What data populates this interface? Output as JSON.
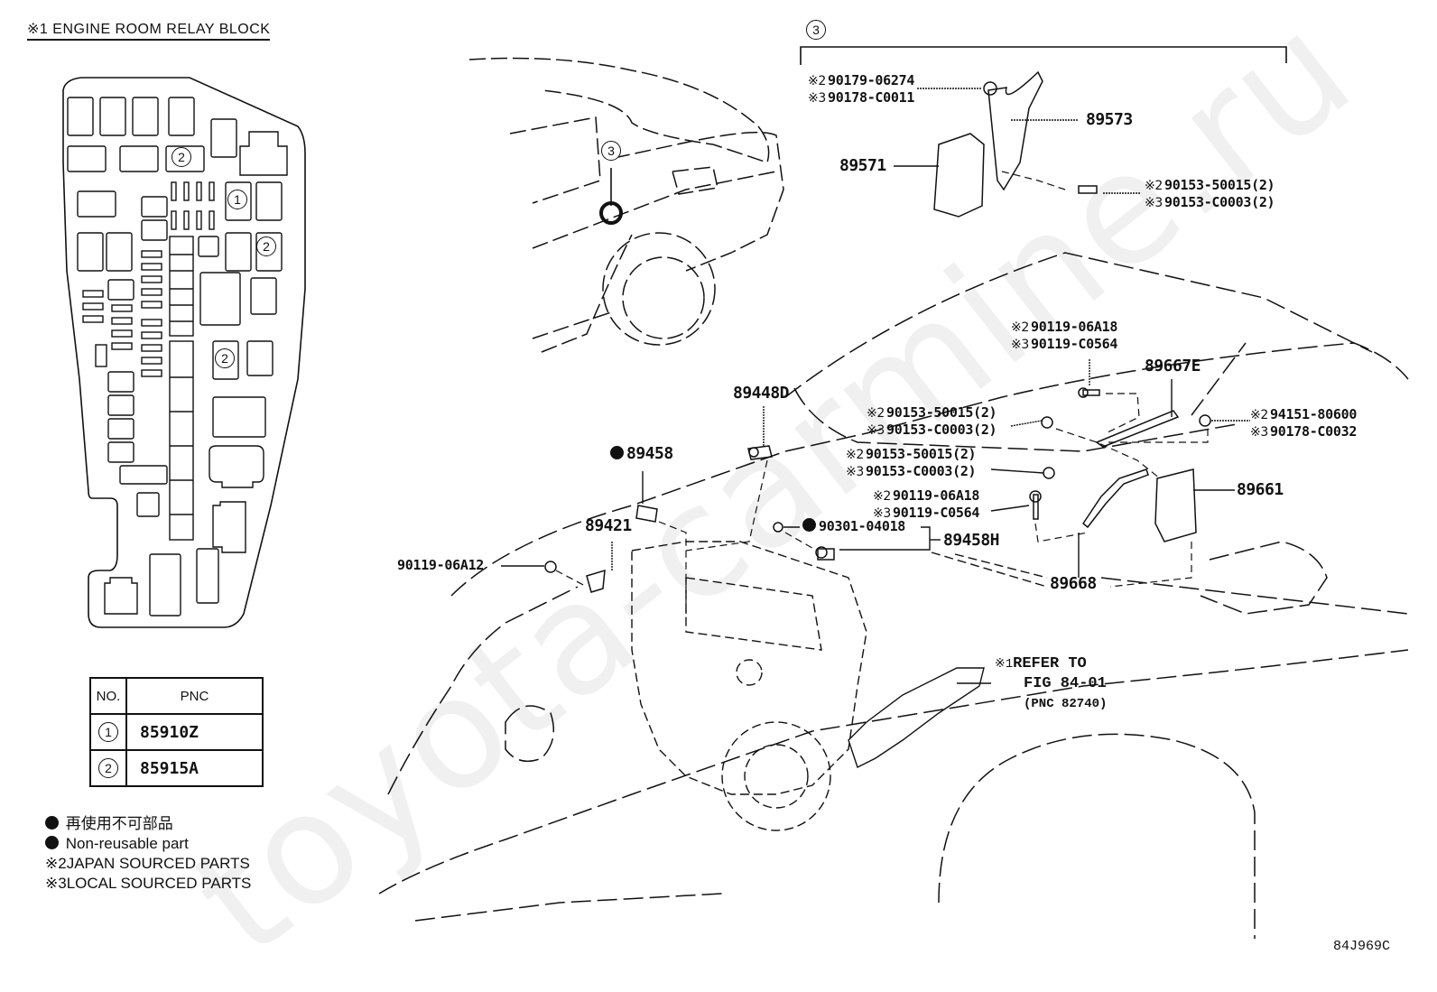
{
  "diagram": {
    "watermark": "toyota-carmine.ru",
    "relay_block": {
      "title_mark": "※1",
      "title": "ENGINE ROOM RELAY BLOCK",
      "callouts": [
        "2",
        "1",
        "2",
        "2"
      ]
    },
    "pnc_table": {
      "headers": [
        "NO.",
        "PNC"
      ],
      "rows": [
        {
          "no": "1",
          "pnc": "85910Z"
        },
        {
          "no": "2",
          "pnc": "85915A"
        }
      ]
    },
    "legend": [
      {
        "symbol": "filled-dot",
        "text": "再使用不可部品"
      },
      {
        "symbol": "filled-dot",
        "text": "Non-reusable part"
      },
      {
        "symbol": "※2",
        "text": "JAPAN SOURCED PARTS"
      },
      {
        "symbol": "※3",
        "text": "LOCAL SOURCED PARTS"
      }
    ],
    "group_callout": "3",
    "labels": {
      "p89573": "89573",
      "p89571": "89571",
      "nut_top": {
        "m2": "※2",
        "v2": "90179-06274",
        "m3": "※3",
        "v3": "90178-C0011"
      },
      "bolt_top": {
        "m2": "※2",
        "v2": "90153-50015(2)",
        "m3": "※3",
        "v3": "90153-C0003(2)"
      },
      "bolt_a": {
        "m2": "※2",
        "v2": "90119-06A18",
        "m3": "※3",
        "v3": "90119-C0564"
      },
      "p89667E": "89667E",
      "nut_right": {
        "m2": "※2",
        "v2": "94151-80600",
        "m3": "※3",
        "v3": "90178-C0032"
      },
      "bolt_b": {
        "m2": "※2",
        "v2": "90153-50015(2)",
        "m3": "※3",
        "v3": "90153-C0003(2)"
      },
      "bolt_c": {
        "m2": "※2",
        "v2": "90153-50015(2)",
        "m3": "※3",
        "v3": "90153-C0003(2)"
      },
      "bolt_d": {
        "m2": "※2",
        "v2": "90119-06A18",
        "m3": "※3",
        "v3": "90119-C0564"
      },
      "p89661": "89661",
      "p89448D": "89448D",
      "p89458": "89458",
      "p89421": "89421",
      "p90119_06A12": "90119-06A12",
      "p90301_04018": "90301-04018",
      "p89458H": "89458H",
      "p89668": "89668",
      "refer": {
        "mark": "※1",
        "line1": "REFER TO",
        "line2": "FIG 84-01",
        "line3": "(PNC 82740)"
      }
    },
    "figure_code": "84J969C"
  }
}
